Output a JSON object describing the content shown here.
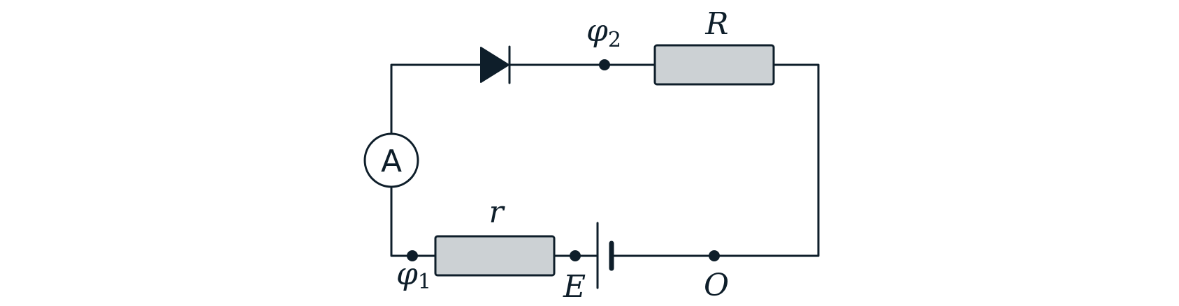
{
  "labels": {
    "phi2": {
      "base": "φ",
      "sub": "2"
    },
    "phi1": {
      "base": "φ",
      "sub": "1"
    },
    "R": "R",
    "r": "r",
    "E": "E",
    "O": "O",
    "ammeter": "A"
  },
  "colors": {
    "stroke": "#0e1e2a",
    "resistor_fill": "#ccd1d4",
    "background": "#ffffff"
  }
}
